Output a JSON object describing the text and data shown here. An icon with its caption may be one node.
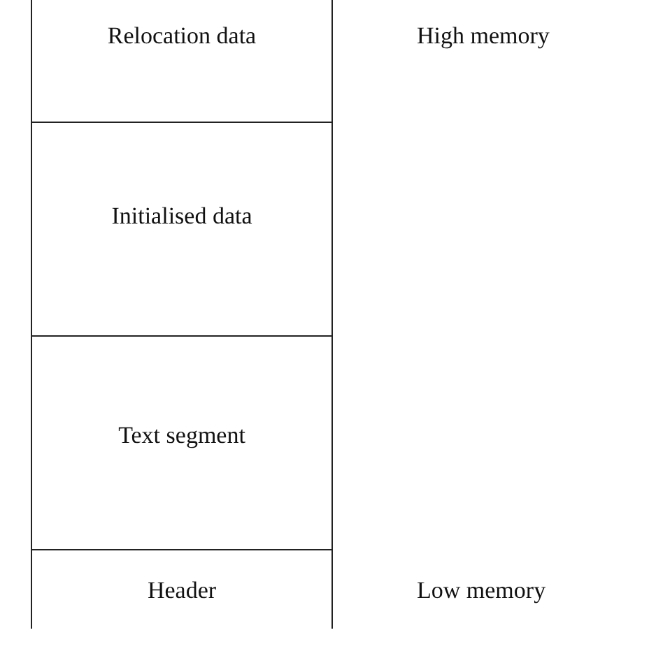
{
  "diagram": {
    "nodes": [
      {
        "text": [
          "Relocation data"
        ],
        "beside": [
          "High memory"
        ]
      },
      {
        "text": [
          "Initialised data"
        ]
      },
      {
        "text": [
          "Text segment"
        ]
      },
      {
        "text": [
          "Header"
        ],
        "beside": [
          "Low memory"
        ]
      }
    ]
  }
}
